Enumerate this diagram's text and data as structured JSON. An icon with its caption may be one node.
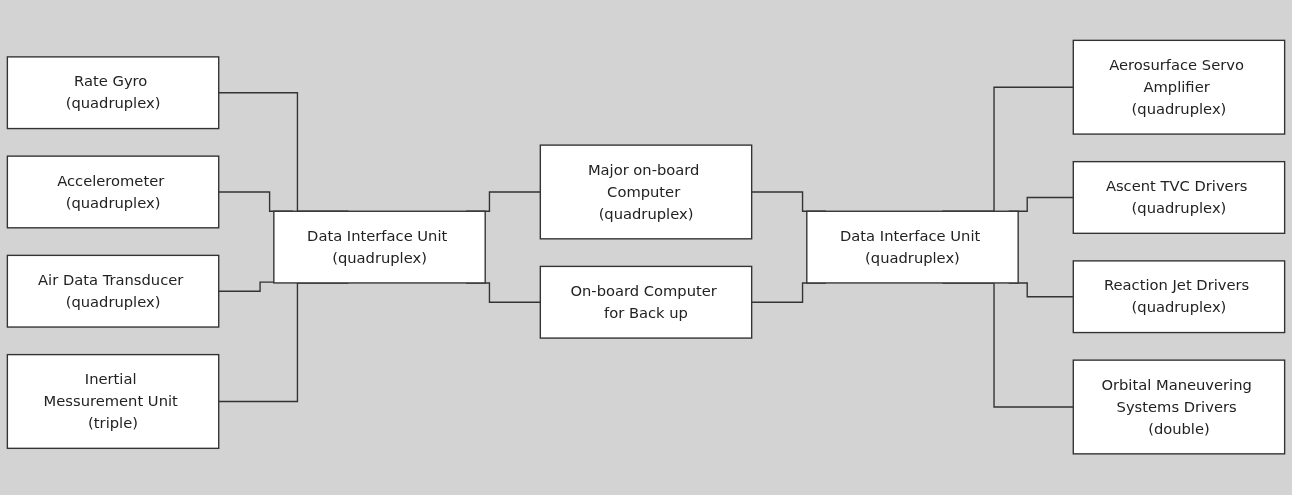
{
  "diagram": {
    "nodes": [
      {
        "text": [
          "Rate Gyro (quadruplex)"
        ]
      },
      {
        "text": [
          "Accelerometer (quadruplex)"
        ]
      },
      {
        "text": [
          "Air Data Transducer (quadruplex)"
        ]
      },
      {
        "text": [
          "Inertial Messurement Unit (triple)"
        ]
      },
      {
        "text": [
          "Data Interface Unit (quadruplex)"
        ]
      },
      {
        "text": [
          "Major on-board Computer (quadruplex)"
        ]
      },
      {
        "text": [
          "On-board Computer for Back up"
        ]
      },
      {
        "text": [
          "Data Interface Unit (quadruplex)"
        ]
      },
      {
        "text": [
          "Aerosurface Servo Amplifier (quadruplex)"
        ]
      },
      {
        "text": [
          "Ascent TVC Drivers (quadruplex)"
        ]
      },
      {
        "text": [
          "Reaction Jet Drivers (quadruplex)"
        ]
      },
      {
        "text": [
          "Orbital Maneuvering Systems Drivers (double)"
        ]
      }
    ],
    "edges": [
      {
        "from": 0,
        "to": 4,
        "arrow": "none"
      },
      {
        "from": 1,
        "to": 4,
        "arrow": "none"
      },
      {
        "from": 2,
        "to": 4,
        "arrow": "none"
      },
      {
        "from": 3,
        "to": 4,
        "arrow": "none"
      },
      {
        "from": 4,
        "to": 5,
        "arrow": "none"
      },
      {
        "from": 4,
        "to": 6,
        "arrow": "none"
      },
      {
        "from": 5,
        "to": 7,
        "arrow": "none"
      },
      {
        "from": 6,
        "to": 7,
        "arrow": "none"
      },
      {
        "from": 7,
        "to": 8,
        "arrow": "none"
      },
      {
        "from": 7,
        "to": 9,
        "arrow": "none"
      },
      {
        "from": 7,
        "to": 10,
        "arrow": "none"
      },
      {
        "from": 7,
        "to": 11,
        "arrow": "none"
      }
    ]
  }
}
